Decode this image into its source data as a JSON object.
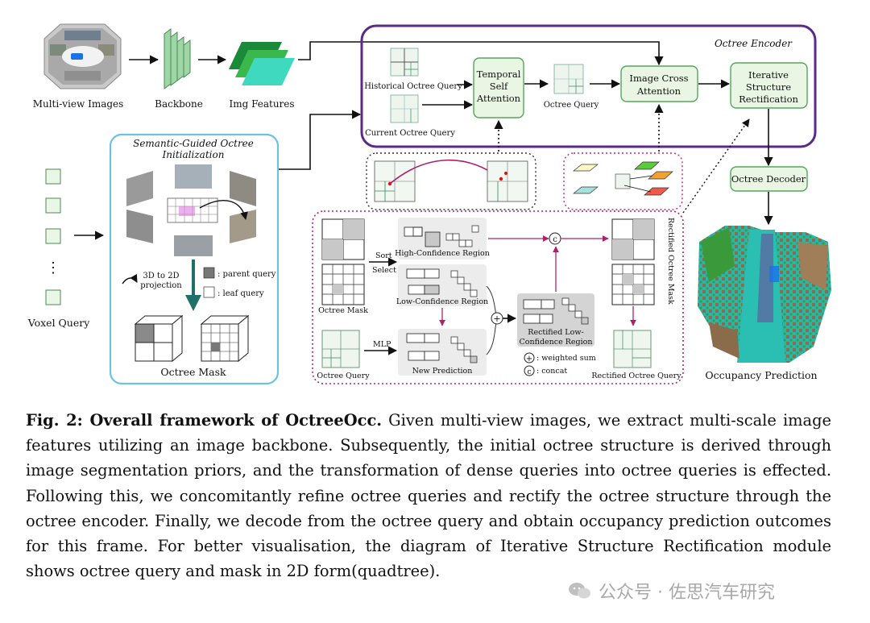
{
  "figure": {
    "top_row": {
      "multi_view_images": "Multi-view Images",
      "backbone": "Backbone",
      "img_features": "Img Features"
    },
    "encoder": {
      "title": "Octree Encoder",
      "historical_query": "Historical Octree Query",
      "current_query": "Current Octree Query",
      "temporal_self_attention": [
        "Temporal",
        "Self",
        "Attention"
      ],
      "octree_query": "Octree Query",
      "image_cross_attention": [
        "Image Cross",
        "Attention"
      ],
      "iterative_structure_rectification": [
        "Iterative",
        "Structure",
        "Rectification"
      ]
    },
    "semantic_init": {
      "title": [
        "Semantic-Guided Octree",
        "Initialization"
      ],
      "legend_projection": [
        "3D to 2D",
        "projection"
      ],
      "legend_parent": ": parent query",
      "legend_leaf": ": leaf query",
      "octree_mask": "Octree Mask"
    },
    "voxel_query": {
      "label": "Voxel Query",
      "ellipsis": "⋮"
    },
    "rectification": {
      "octree_mask": "Octree Mask",
      "octree_query": "Octree Query",
      "sort": "Sort",
      "select": "Select",
      "mlp": "MLP",
      "high_conf": "High-Confidence Region",
      "low_conf": "Low-Confidence Region",
      "new_prediction": "New Prediction",
      "rectified_low_conf": [
        "Rectified Low-",
        "Confidence Region"
      ],
      "weighted_sum": ": weighted sum",
      "concat": ": concat",
      "rectified_octree_mask": "Rectified Octree Mask",
      "rectified_octree_query": "Rectified Octree Query",
      "plus_symbol": "+",
      "c_symbol": "c"
    },
    "decoder": {
      "octree_decoder": "Octree Decoder",
      "occupancy_prediction": "Occupancy Prediction"
    }
  },
  "caption": {
    "label": "Fig. 2: Overall framework of OctreeOcc.",
    "text": " Given multi-view images, we extract multi-scale image features utilizing an image backbone. Subsequently, the initial octree structure is derived through image segmentation priors, and the transformation of dense queries into octree queries is effected. Following this, we concomitantly refine octree queries and rectify the octree structure through the octree encoder. Finally, we decode from the octree query and obtain occupancy prediction outcomes for this frame. For better visualisation, the diagram of Iterative Structure Rectification module shows octree query and mask in 2D form(quadtree)."
  },
  "watermark": {
    "text": "公众号 · 佐思汽车研究"
  },
  "colors": {
    "encoder_border": "#5b2a86",
    "module_fill": "#e8f6e3",
    "module_border": "#56a65a",
    "init_border": "#6ec1e4",
    "rect_border": "#b0206a",
    "feature_green": "#2f9e44",
    "feature_cyan": "#3fd9c0",
    "arrow_teal": "#1f6f6a"
  }
}
